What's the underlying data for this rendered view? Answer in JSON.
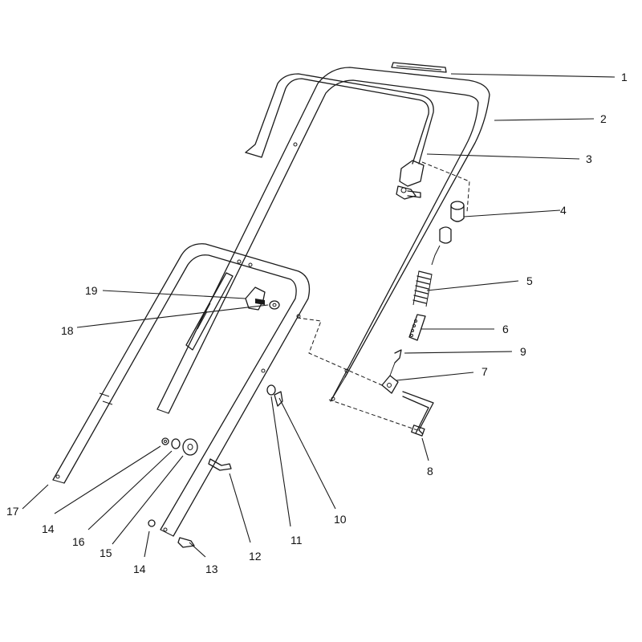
{
  "callouts": [
    "1",
    "2",
    "3",
    "4",
    "5",
    "6",
    "7",
    "8",
    "9",
    "10",
    "11",
    "12",
    "13",
    "14",
    "14",
    "15",
    "16",
    "17",
    "18",
    "19"
  ]
}
